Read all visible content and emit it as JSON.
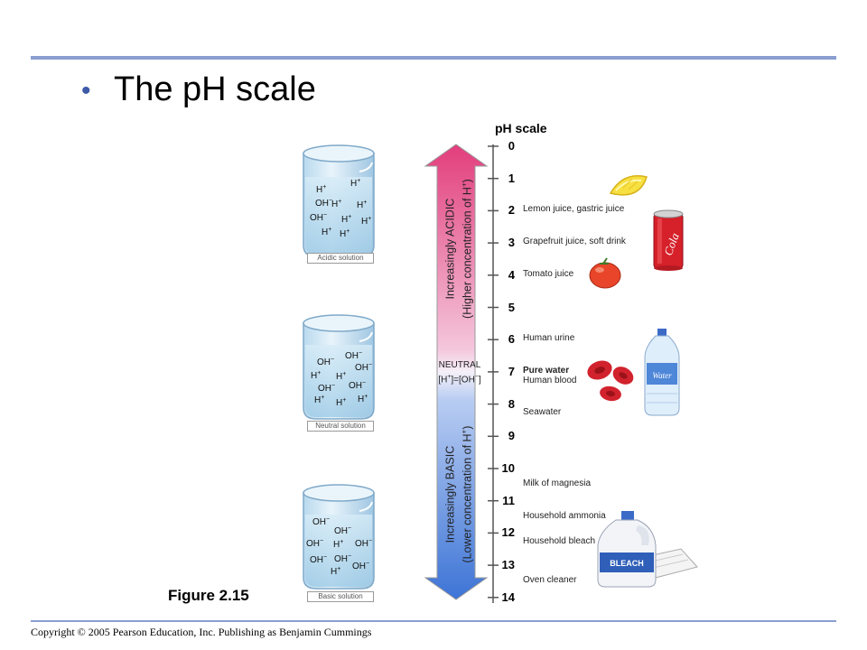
{
  "slide": {
    "title": "The pH scale",
    "figure_label": "Figure 2.15",
    "copyright": "Copyright © 2005 Pearson Education, Inc. Publishing as Benjamin Cummings"
  },
  "scale": {
    "title": "pH scale",
    "values": [
      "0",
      "1",
      "2",
      "3",
      "4",
      "5",
      "6",
      "7",
      "8",
      "9",
      "10",
      "11",
      "12",
      "13",
      "14"
    ],
    "acidic_label_line1": "Increasingly ACIDIC",
    "acidic_label_line2": "(Higher concentration of H",
    "acidic_label_sup": "+",
    "acidic_label_end": ")",
    "basic_label_line1": "Increasingly BASIC",
    "basic_label_line2": "(Lower concentration of H",
    "basic_label_sup": "+",
    "basic_label_end": ")",
    "neutral_line1": "NEUTRAL",
    "neutral_line2": "[H",
    "neutral_line2_mid": "]=[OH",
    "neutral_line2_end": "]",
    "colors": {
      "acid": "#e23e7c",
      "neutral": "#f4f0f8",
      "base": "#4a7fd8"
    }
  },
  "samples": [
    {
      "text": "Lemon juice, gastric juice",
      "ph": 2
    },
    {
      "text": "Grapefruit juice, soft drink",
      "ph": 3
    },
    {
      "text": "Tomato juice",
      "ph": 4
    },
    {
      "text": "Human urine",
      "ph": 6
    },
    {
      "text": "Pure water",
      "ph": 7,
      "bold": true
    },
    {
      "text": "Human blood",
      "ph": 7.3
    },
    {
      "text": "Seawater",
      "ph": 8.3
    },
    {
      "text": "Milk of magnesia",
      "ph": 10.5
    },
    {
      "text": "Household ammonia",
      "ph": 11.5
    },
    {
      "text": "Household bleach",
      "ph": 12.3
    },
    {
      "text": "Oven cleaner",
      "ph": 13.5
    }
  ],
  "beakers": {
    "acidic": {
      "caption": "Acidic solution",
      "ions": [
        "H+",
        "H+",
        "H+",
        "OH−",
        "H+",
        "OH−",
        "H+",
        "H+",
        "H+",
        "H+"
      ]
    },
    "neutral": {
      "caption": "Neutral solution",
      "ions": [
        "OH−",
        "OH−",
        "OH−",
        "H+",
        "H+",
        "OH−",
        "OH−",
        "H+",
        "H+",
        "H+"
      ]
    },
    "basic": {
      "caption": "Basic solution",
      "ions": [
        "OH−",
        "OH−",
        "OH−",
        "OH−",
        "H+",
        "OH−",
        "OH−",
        "H+",
        "OH−"
      ]
    }
  },
  "icons": [
    "lemon-icon",
    "cola-can-icon",
    "tomato-icon",
    "water-bottle-icon",
    "blood-cells-icon",
    "bleach-bottle-icon",
    "cleaning-cloth-icon"
  ],
  "product_labels": {
    "can": "Cola",
    "bottle": "Water",
    "jug": "BLEACH"
  }
}
